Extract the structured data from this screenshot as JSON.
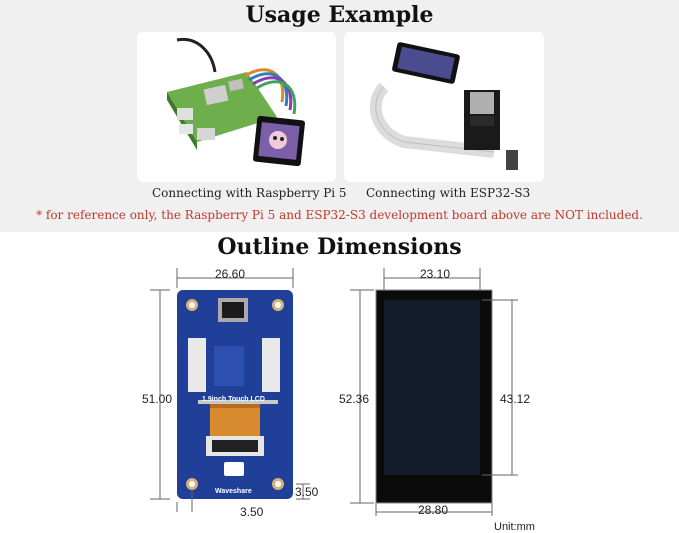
{
  "usage": {
    "title": "Usage Example",
    "caption_left": "Connecting with Raspberry Pi 5",
    "caption_right": "Connecting with ESP32-S3",
    "note": "* for reference only, the Raspberry Pi 5 and ESP32-S3 development board above are NOT included."
  },
  "outline": {
    "title": "Outline Dimensions",
    "board_width": "26.60",
    "board_height": "51.00",
    "hole_offset_x": "3.50",
    "hole_offset_y": "3.50",
    "screen_active_width": "23.10",
    "screen_total_height": "52.36",
    "screen_active_height": "43.12",
    "screen_total_width": "28.80",
    "unit": "Unit:mm"
  },
  "board_silk": {
    "product": "1.9inch Touch LCD",
    "brand": "Waveshare"
  },
  "colors": {
    "band_bg": "#f0f0f0",
    "pcb_blue": "#1f3f99",
    "note_red": "#c0392b",
    "panel_black": "#0b0b0b"
  }
}
